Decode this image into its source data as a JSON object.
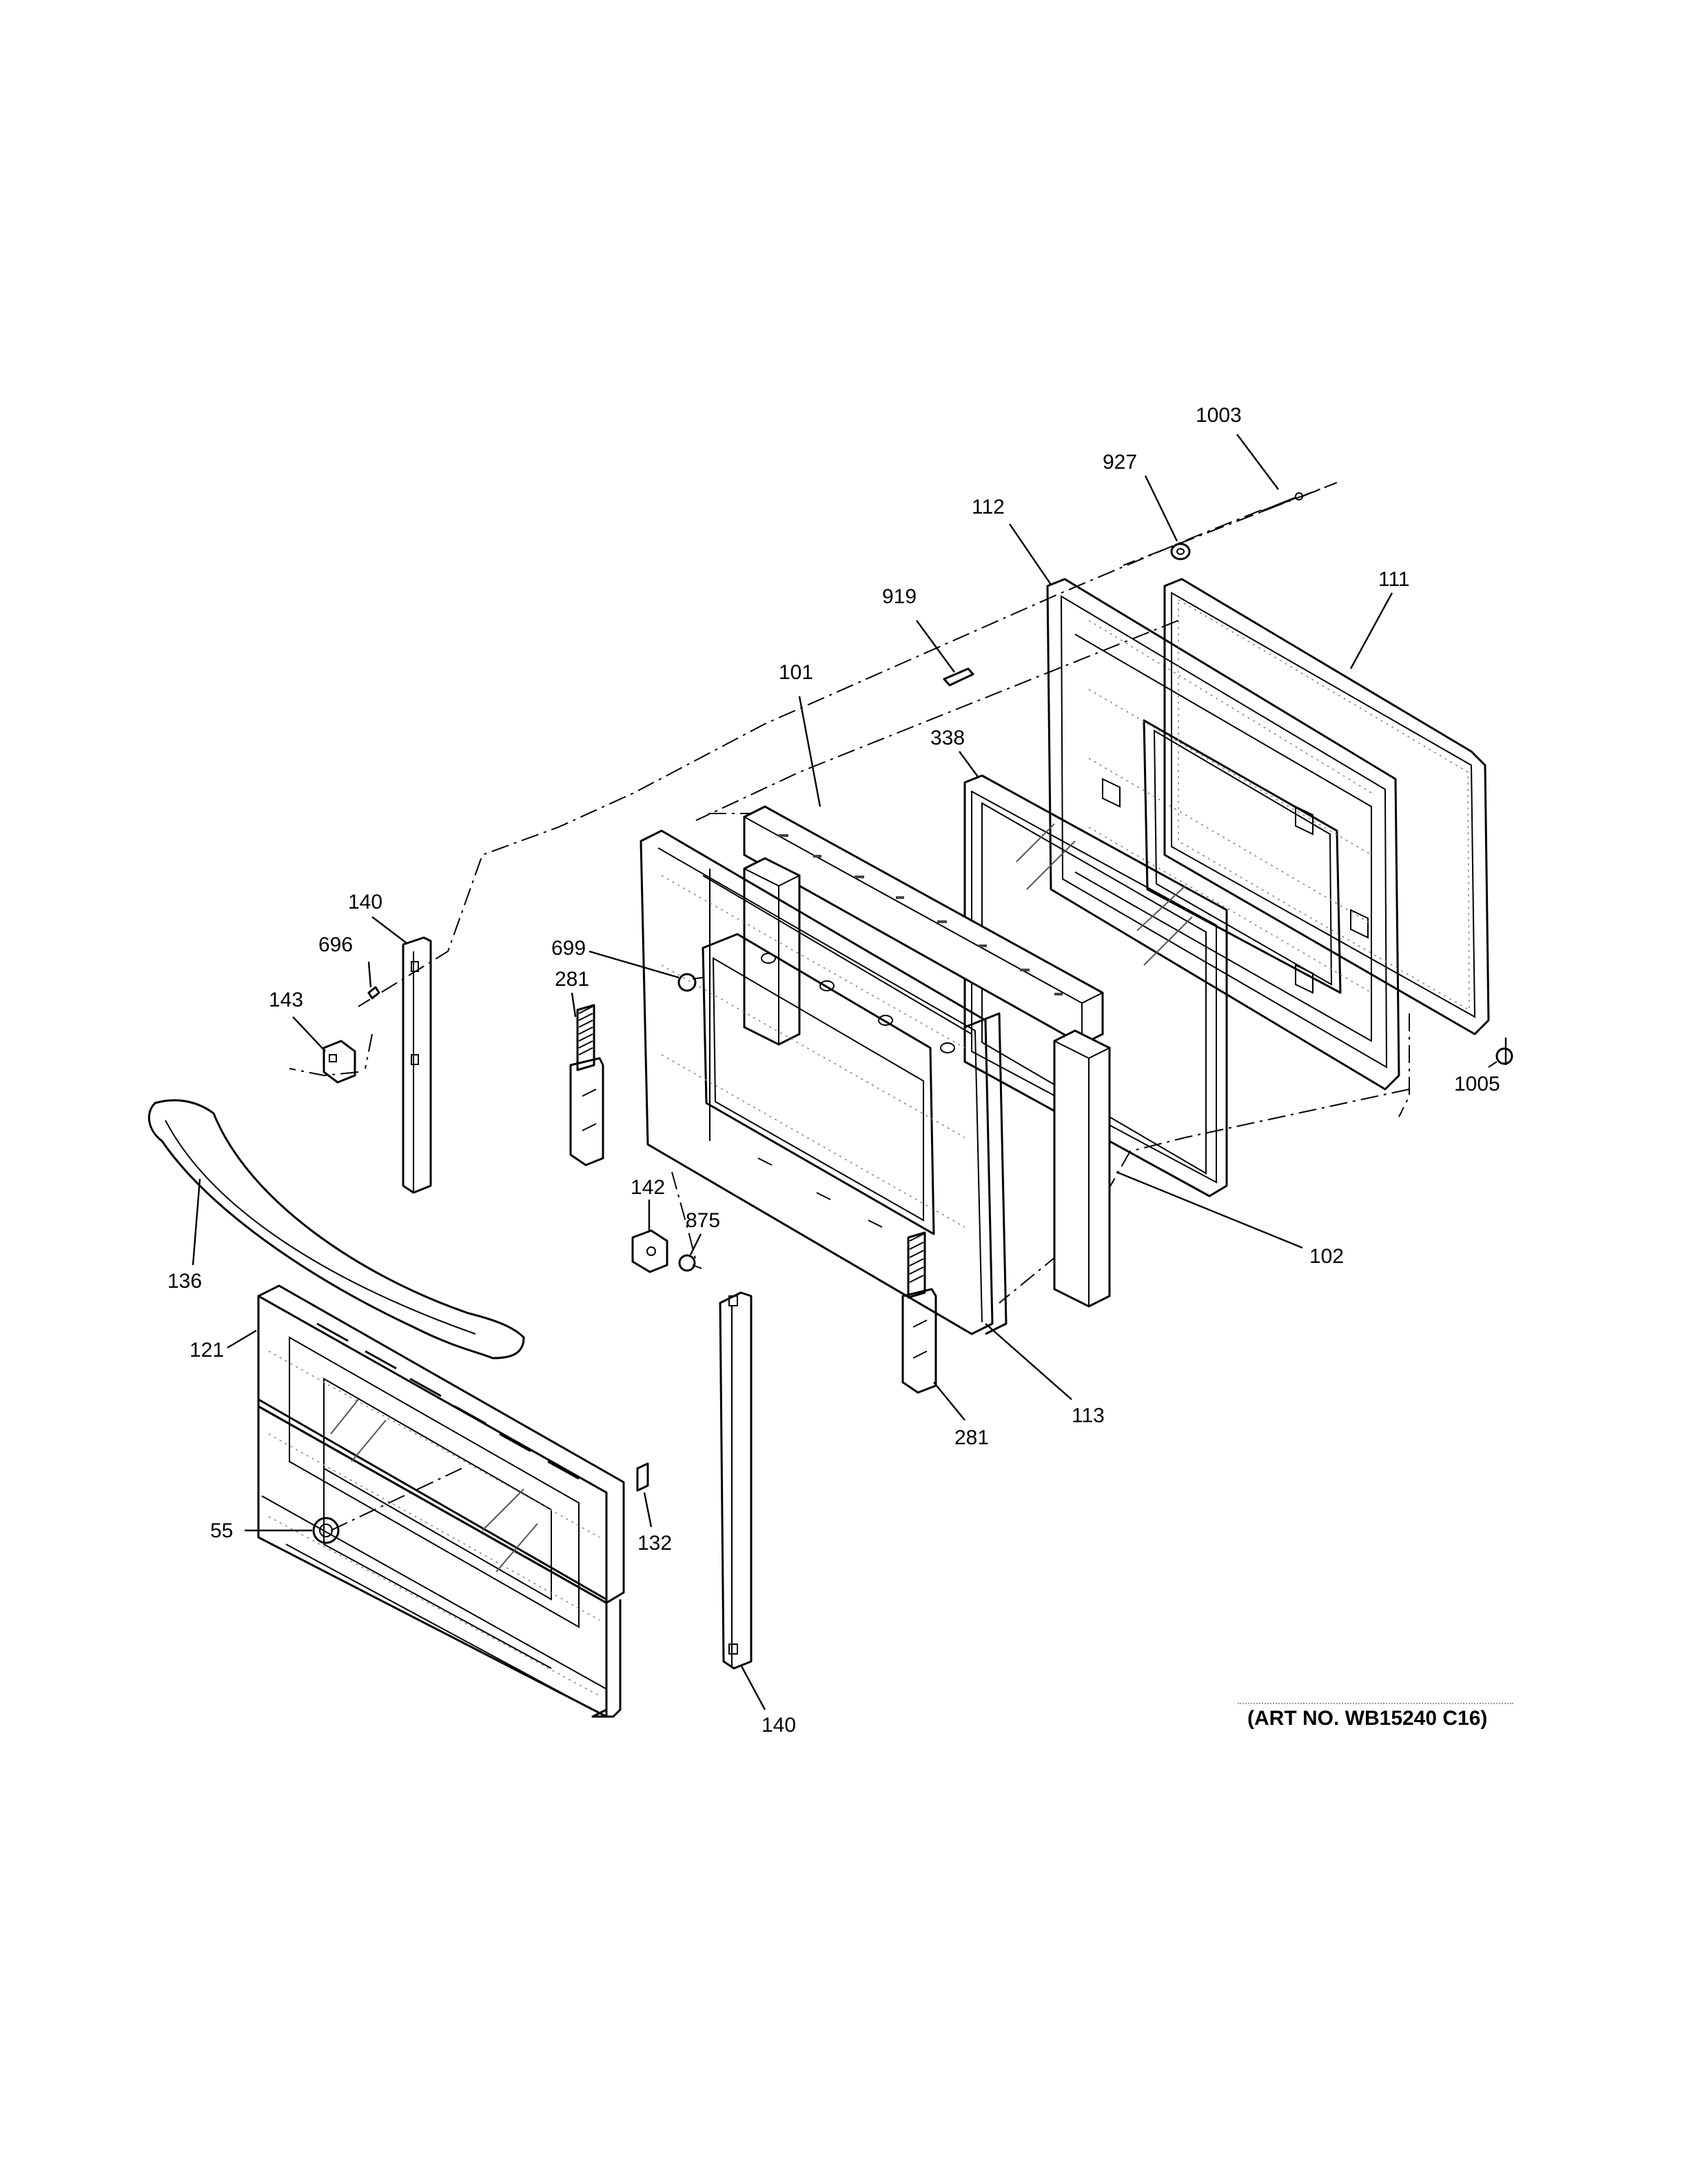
{
  "diagram": {
    "art_number": "(ART NO. WB15240 C16)",
    "callouts": {
      "c1003": "1003",
      "c927": "927",
      "c112": "112",
      "c111": "111",
      "c919": "919",
      "c101": "101",
      "c338": "338",
      "c140_top": "140",
      "c696": "696",
      "c699": "699",
      "c143": "143",
      "c281_left": "281",
      "c1005": "1005",
      "c142": "142",
      "c875": "875",
      "c102": "102",
      "c136": "136",
      "c121": "121",
      "c113": "113",
      "c281_right": "281",
      "c55": "55",
      "c132": "132",
      "c140_bottom": "140"
    }
  }
}
